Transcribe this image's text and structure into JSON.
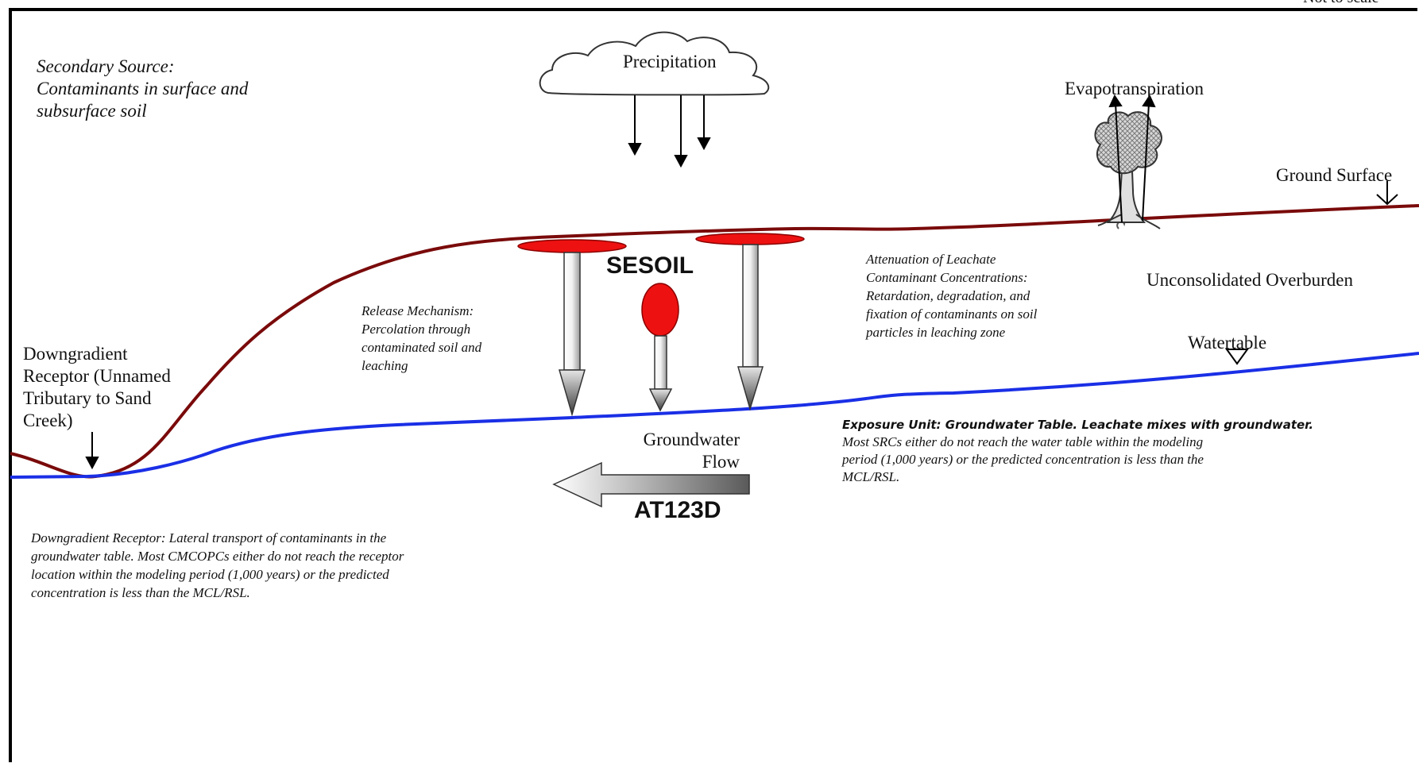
{
  "scale_note": "Not to scale",
  "secondary_source": "Secondary Source:\nContaminants in surface and\nsubsurface soil",
  "precipitation": "Precipitation",
  "evapotranspiration": "Evapotranspiration",
  "ground_surface": "Ground Surface",
  "sesoil": "SESOIL",
  "attenuation": {
    "heading": "Attenuation of Leachate",
    "body": "Contaminant Concentrations:\nRetardation, degradation, and\nfixation of contaminants on soil\nparticles in leaching zone"
  },
  "unconsolidated_overburden": "Unconsolidated Overburden",
  "release_mechanism": "Release Mechanism:\nPercolation through\ncontaminated soil and\nleaching",
  "watertable": "Watertable",
  "downgradient_receptor_label": "Downgradient\nReceptor (Unnamed\nTributary to Sand\nCreek)",
  "groundwater_flow": "Groundwater\nFlow",
  "exposure_unit": {
    "heading": "Exposure Unit:  Groundwater Table.  Leachate mixes with groundwater.",
    "body": "Most SRCs either do not reach the water table within the modeling\nperiod (1,000 years) or the predicted concentration is less than the\nMCL/RSL."
  },
  "at123d": "AT123D",
  "downgradient_receptor_note": "Downgradient Receptor:  Lateral transport of contaminants in the\ngroundwater table.  Most CMCOPCs either do not reach the receptor\nlocation within the modeling period (1,000 years) or the predicted\nconcentration is less than the MCL/RSL.",
  "colors": {
    "ground_line": "#7a0a0a",
    "water_line": "#1a2fe6",
    "source_red": "#ee1111"
  }
}
